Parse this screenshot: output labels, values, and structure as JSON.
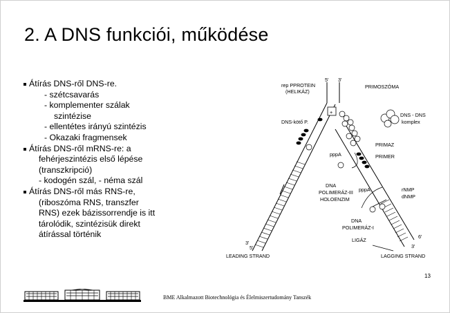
{
  "slide": {
    "title": "2. A DNS funkciói, működése",
    "bullets": [
      {
        "kind": "bullet",
        "text": "Átírás DNS-ről DNS-re."
      },
      {
        "kind": "i1",
        "text": "- szétcsavarás"
      },
      {
        "kind": "i1",
        "text": "- komplementer szálak"
      },
      {
        "kind": "i2",
        "text": "szintézise"
      },
      {
        "kind": "i1",
        "text": "- ellentétes irányú szintézis"
      },
      {
        "kind": "i1",
        "text": "- Okazaki fragmensek"
      },
      {
        "kind": "bullet",
        "text": "Átírás DNS-ről mRNS-re: a"
      },
      {
        "kind": "c2",
        "text": "fehérjeszintézis első lépése"
      },
      {
        "kind": "c2",
        "text": "(transzkripció)"
      },
      {
        "kind": "c2",
        "text": "- kodogén szál, - néma szál"
      },
      {
        "kind": "bullet",
        "text": "Átírás DNS-ről más RNS-re,"
      },
      {
        "kind": "c2",
        "text": "(riboszóma RNS, transzfer"
      },
      {
        "kind": "c2",
        "text": "RNS) ezek bázissorrendje is itt"
      },
      {
        "kind": "c2",
        "text": "tárolódik, szintézisük direkt"
      },
      {
        "kind": "c2",
        "text": "átírással történik"
      }
    ],
    "page_number": "13"
  },
  "figure": {
    "labels": {
      "protein": "rep PPROTEIN",
      "helikaz": "(HELIKÁZ)",
      "five_top": "5'",
      "three_top": "3'",
      "primoszoma": "PRIMOSZÓMA",
      "dns_kotot": "DNS-kötő P.",
      "dns_dns": "DNS - DNS",
      "komplex": "komplex",
      "primaz": "PRIMAZ",
      "primer": "PRIMER",
      "pppa1": "pppA",
      "pppa2": "pppA",
      "dna_pol3": "DNA",
      "pol3b": "POLIMERÁZ-III",
      "pol3c": "HOLOENZIM",
      "rnmp": "rNMP",
      "dnmp": "dNMP",
      "dna_pol1": "DNA",
      "pol1b": "POLIMERÁZ-I",
      "ligaz": "LIGÁZ",
      "three_left": "3'",
      "five_left": "5'",
      "three_right": "3'",
      "six_right": "6'",
      "leading": "LEADING STRAND",
      "lagging": "LAGGING STRAND"
    }
  },
  "footer": {
    "text": "BME Alkalmazott Biotechnológia és Élelmiszertudomány Tanszék"
  }
}
